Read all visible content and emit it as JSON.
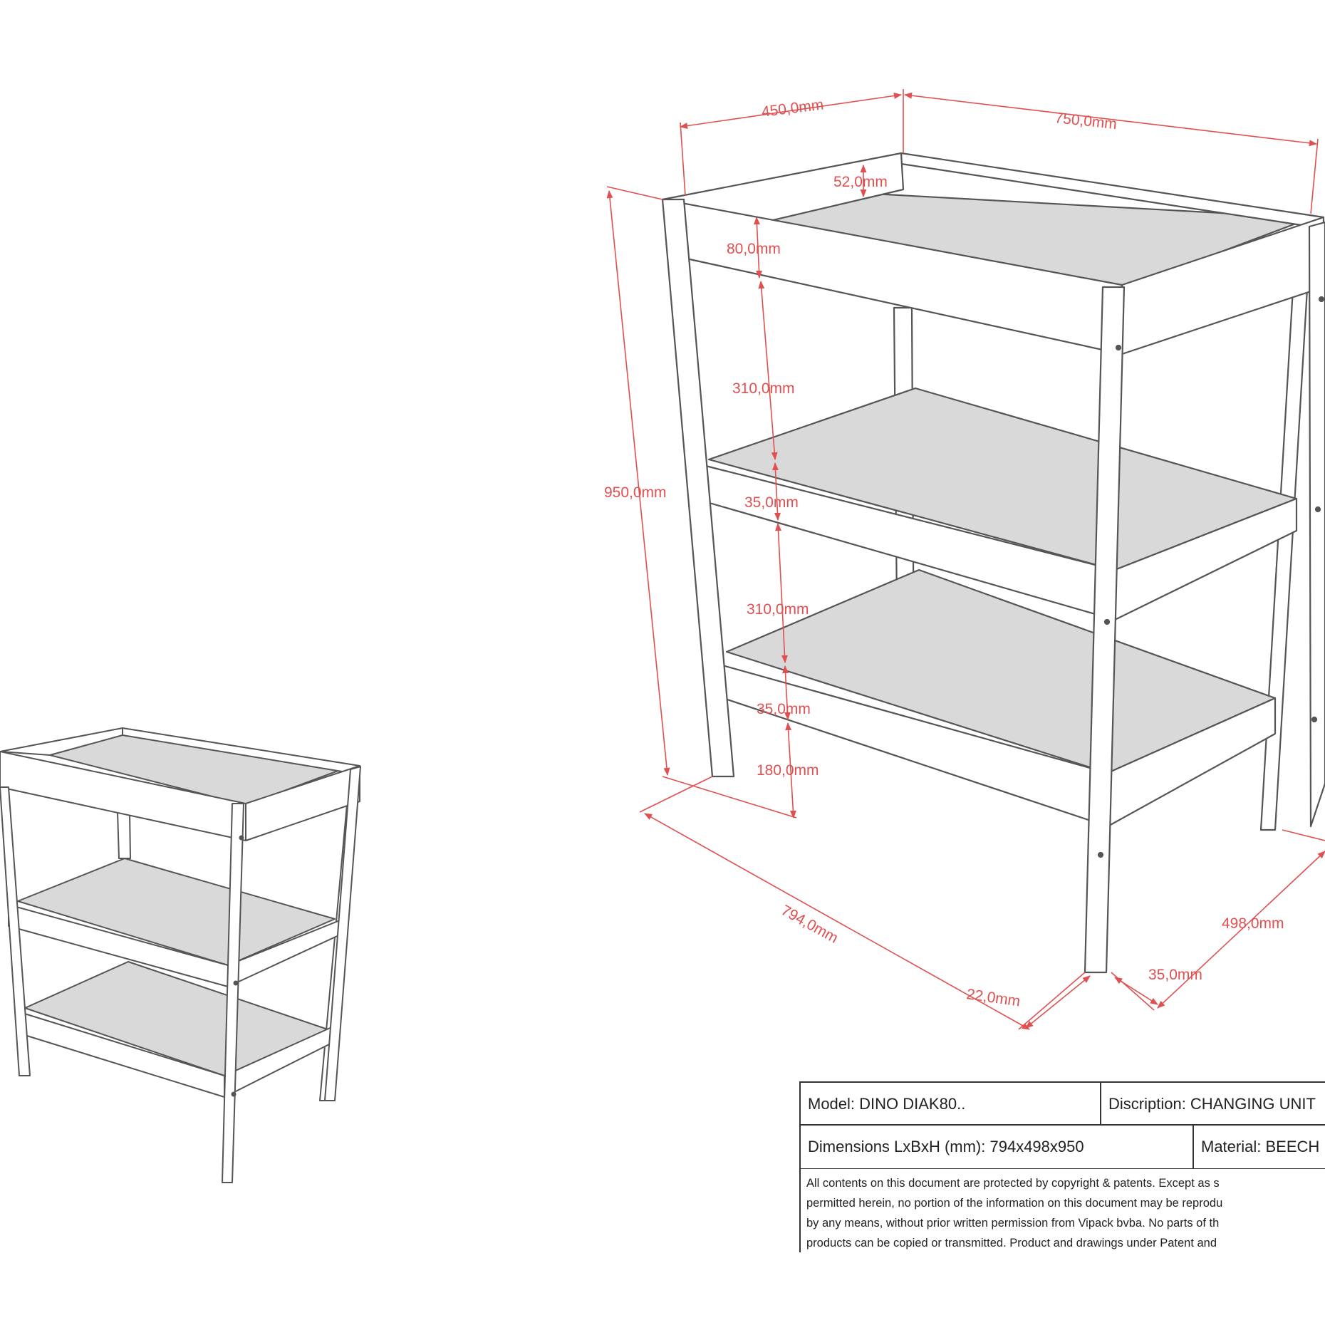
{
  "dimensions": {
    "top_depth": "450,0mm",
    "top_width": "750,0mm",
    "rail_height": "52,0mm",
    "top_band": "80,0mm",
    "total_height": "950,0mm",
    "gap_upper": "310,0mm",
    "shelf_thickness_1": "35,0mm",
    "gap_lower": "310,0mm",
    "shelf_thickness_2": "35,0mm",
    "foot_height": "180,0mm",
    "overall_length": "794,0mm",
    "overall_depth": "498,0mm",
    "leg_width": "22,0mm",
    "leg_depth": "35,0mm"
  },
  "title_block": {
    "model": "Model: DINO DIAK80..",
    "description": "Discription: CHANGING UNIT",
    "size": "Dimensions LxBxH (mm): 794x498x950",
    "material": "Material: BEECH",
    "notice": [
      "All contents on this document are protected by copyright & patents. Except as s",
      "permitted herein, no portion of the information on this document may be reprodu",
      "by any means, without prior written permission from Vipack bvba. No parts of th",
      "products can be copied or transmitted. Product and drawings under Patent and"
    ]
  },
  "colors": {
    "dimension": "#e05050",
    "outline": "#555555",
    "shelf": "#d9d9d9"
  }
}
